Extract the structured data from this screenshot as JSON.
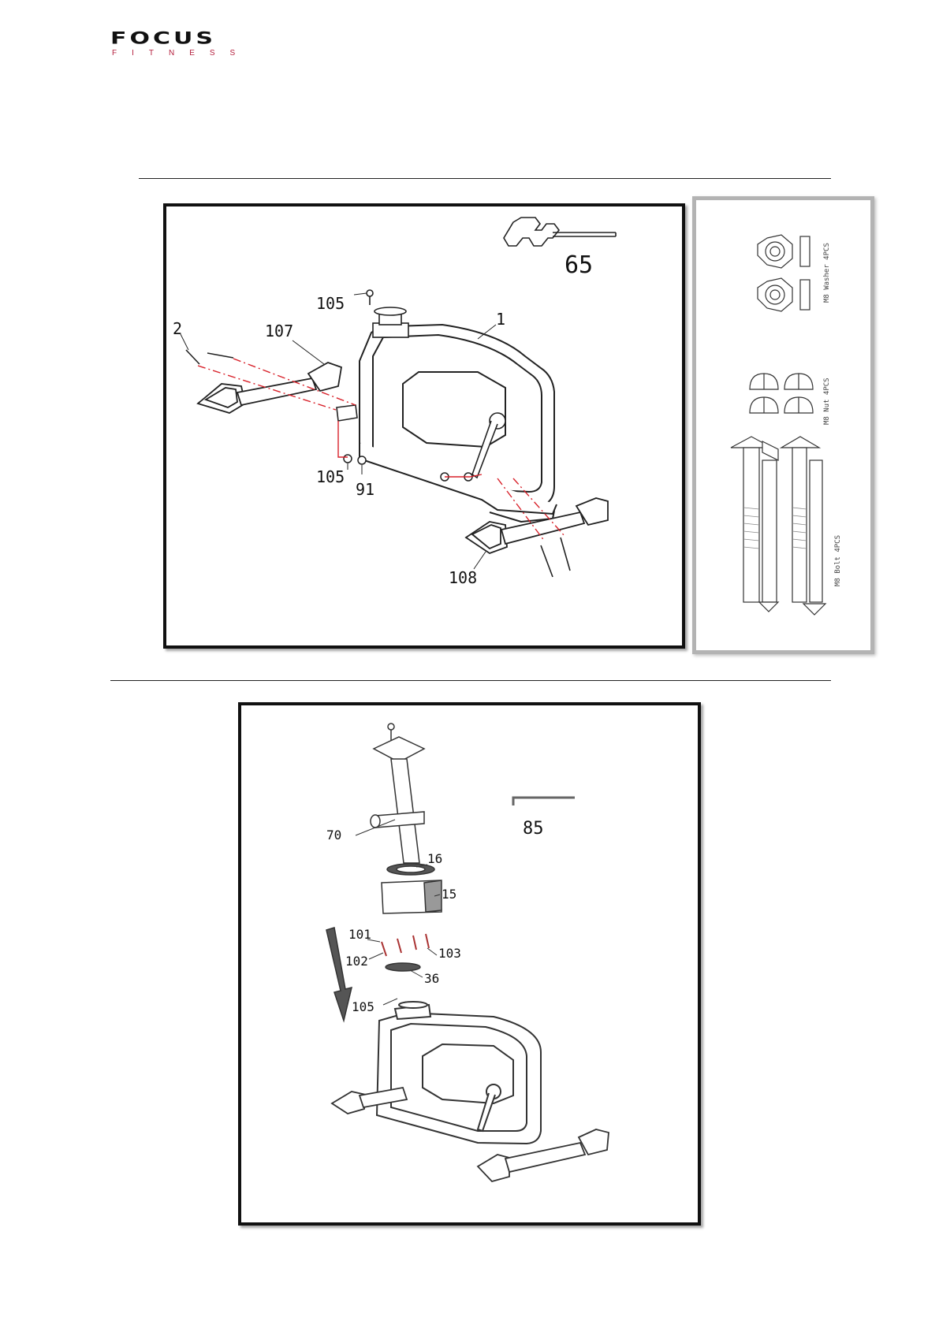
{
  "header": {
    "logo_main": "FOCUS",
    "logo_sub": "FITNESS"
  },
  "step1": {
    "tool_label": "65",
    "part_labels": [
      "105",
      "1",
      "2",
      "107",
      "105",
      "91",
      "108"
    ]
  },
  "hardware": {
    "items": [
      "M8 Washer 4PCS",
      "M8 Nut 4PCS",
      "M8 Bolt 4PCS"
    ]
  },
  "step2": {
    "tool_label": "85",
    "part_labels": [
      "70",
      "16",
      "15",
      "101",
      "102",
      "103",
      "36",
      "105"
    ]
  },
  "colors": {
    "leader_red": "#d8212a",
    "logo_red": "#b41e3c"
  }
}
